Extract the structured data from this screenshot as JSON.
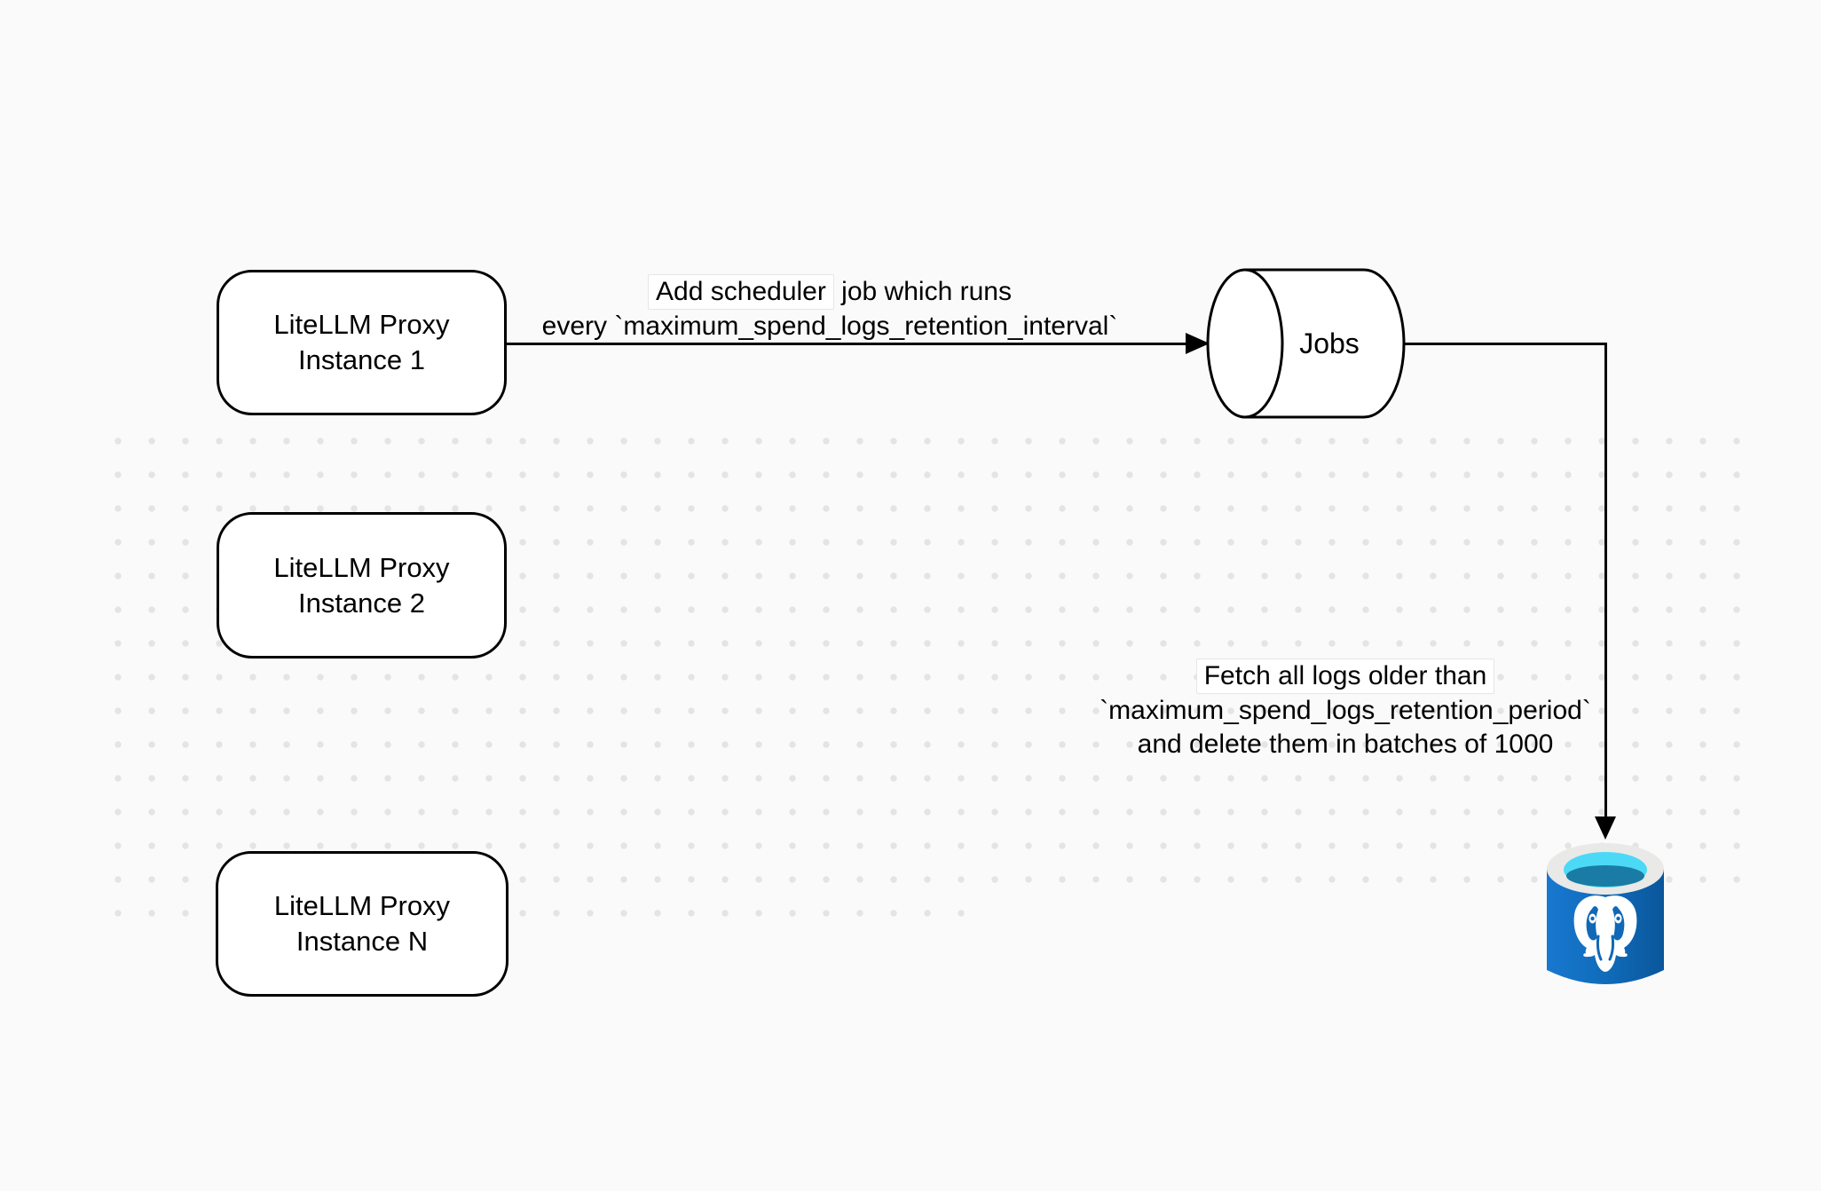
{
  "diagram": {
    "canvas": {
      "background_color": "#FAFAFA",
      "dot_color": "#E4E4E4"
    },
    "nodes": {
      "proxy_instances": [
        {
          "line1": "LiteLLM Proxy",
          "line2": "Instance 1"
        },
        {
          "line1": "LiteLLM Proxy",
          "line2": "Instance 2"
        },
        {
          "line1": "LiteLLM Proxy",
          "line2": "Instance N"
        }
      ],
      "jobs": {
        "label": "Jobs",
        "shape": "horizontal-cylinder-queue"
      },
      "postgres": {
        "icon": "postgresql-database-cylinder",
        "body_color_left": "#1878CF",
        "body_color_right": "#0A569B",
        "ring_color": "#E9E9E7",
        "opening_color": "#4CD9F6",
        "opening_shade_color": "#1A7CA4",
        "elephant_color": "#FFFFFF"
      }
    },
    "edges": {
      "schedule": {
        "label_line1_boxed": "Add scheduler",
        "label_line1_rest": " job which runs",
        "label_line2": "every `maximum_spend_logs_retention_interval`"
      },
      "fetch": {
        "line1": "Fetch all logs older than",
        "line2": "`maximum_spend_logs_retention_period`",
        "line3": "and delete them in batches of 1000"
      }
    }
  }
}
